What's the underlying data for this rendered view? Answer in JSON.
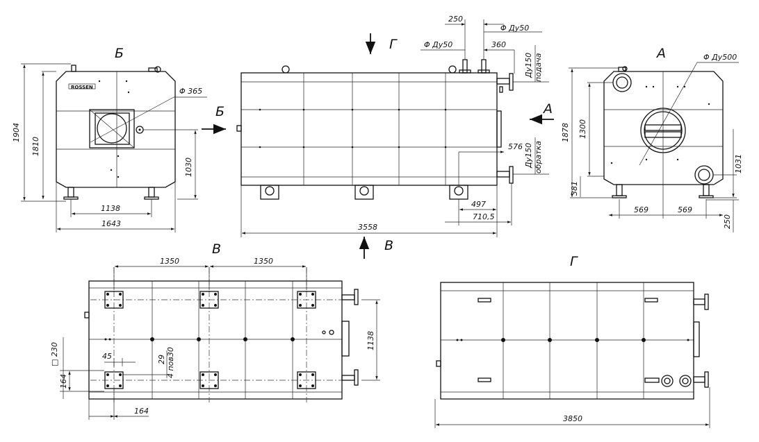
{
  "views": {
    "b": {
      "title": "Б",
      "arrow_label": "Б",
      "dim_diameter": "Φ 365",
      "dim_1904": "1904",
      "dim_1810": "1810",
      "dim_1030": "1030",
      "dim_1138": "1138",
      "dim_1643": "1643",
      "logo_text": "ROSSEN"
    },
    "main": {
      "arrow_g": "Г",
      "arrow_a": "А",
      "arrow_v": "В",
      "dim_250": "250",
      "dim_du50_right": "Φ Ду50",
      "dim_du50_left": "Φ Ду50",
      "dim_360": "360",
      "note_supply_size": "Ду150",
      "note_supply": "подача",
      "note_return_size": "Ду150",
      "note_return": "обратка",
      "dim_576": "576",
      "dim_497": "497",
      "dim_7105": "710,5",
      "dim_3558": "3558"
    },
    "a": {
      "title": "А",
      "dim_du500": "Φ Ду500",
      "dim_1878": "1878",
      "dim_1300": "1300",
      "dim_381": "381",
      "dim_1031": "1031",
      "dim_569_left": "569",
      "dim_569_right": "569",
      "dim_250": "250"
    },
    "v": {
      "title": "В",
      "dim_1350_left": "1350",
      "dim_1350_right": "1350",
      "dim_1138": "1138",
      "dim_230": "□ 230",
      "dim_45": "45",
      "dim_29": "29",
      "dim_holes": "4 пов30",
      "dim_164_v": "164",
      "dim_164_h": "164"
    },
    "g": {
      "title": "Г",
      "dim_3850": "3850"
    }
  },
  "colors": {
    "line": "#111111",
    "background": "#ffffff"
  }
}
